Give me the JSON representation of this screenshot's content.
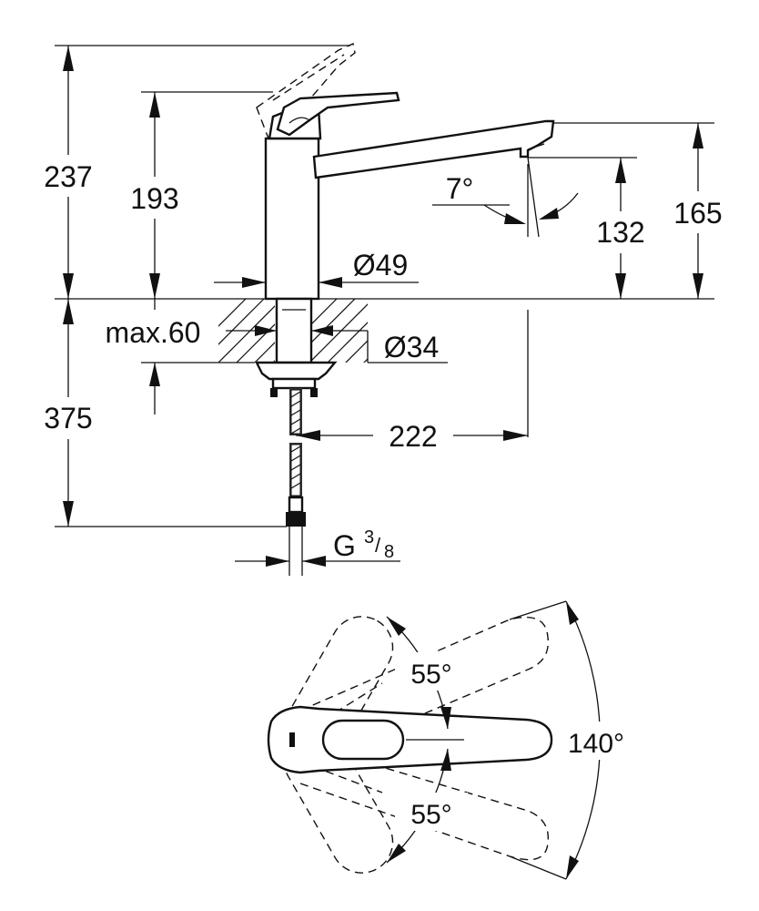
{
  "dimensions": {
    "total_height": "237",
    "lever_height": "193",
    "spout_height": "165",
    "outlet_height": "132",
    "spout_angle": "7°",
    "body_diameter": "Ø49",
    "hole_diameter": "Ø34",
    "max_thickness": "max.60",
    "below_counter": "375",
    "reach": "222",
    "connection_thread": "G",
    "thread_num": "3",
    "thread_den": "8"
  },
  "lever_angles": {
    "upper": "55°",
    "lower": "55°",
    "total": "140°"
  }
}
